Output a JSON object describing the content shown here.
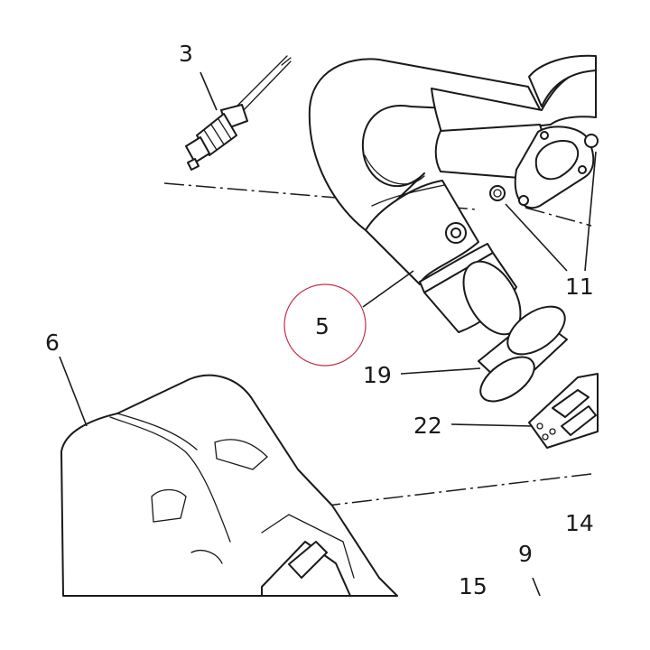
{
  "diagram": {
    "callouts": [
      {
        "id": "3",
        "label": "3"
      },
      {
        "id": "5",
        "label": "5"
      },
      {
        "id": "6",
        "label": "6"
      },
      {
        "id": "11",
        "label": "11"
      },
      {
        "id": "19",
        "label": "19"
      },
      {
        "id": "22",
        "label": "22"
      },
      {
        "id": "14",
        "label": "14"
      },
      {
        "id": "9",
        "label": "9"
      },
      {
        "id": "15",
        "label": "15"
      }
    ],
    "highlighted_callout": "5",
    "highlight_color": "#c0304a",
    "line_color": "#1a1a1a",
    "background_color": "#ffffff"
  }
}
